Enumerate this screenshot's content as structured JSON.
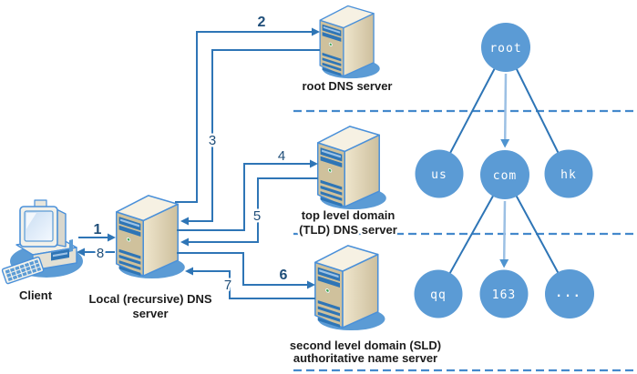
{
  "diagram": {
    "client": {
      "label": "Client"
    },
    "servers": {
      "local": {
        "label_line1": "Local (recursive) DNS",
        "label_line2": "server"
      },
      "root": {
        "label": "root DNS server"
      },
      "tld": {
        "label_line1": "top level domain",
        "label_line2": "(TLD) DNS server"
      },
      "sld": {
        "label_line1": "second level domain (SLD)",
        "label_line2": "authoritative name server"
      }
    },
    "steps": {
      "s1": "1",
      "s2": "2",
      "s3": "3",
      "s4": "4",
      "s5": "5",
      "s6": "6",
      "s7": "7",
      "s8": "8"
    },
    "tree": {
      "root_node": "root",
      "level2": {
        "us": "us",
        "com": "com",
        "hk": "hk"
      },
      "level3": {
        "qq": "qq",
        "n163": "163",
        "more": "..."
      }
    },
    "colors": {
      "flow_arrow": "#2e75b6",
      "node_fill": "#5b9bd5",
      "light_arrow": "#9cc0e4",
      "light_arrowhead": "#4f94d0",
      "dashed_divider": "#4489cc",
      "step_label": "#1f4e79",
      "tower_front": "#cfc19c",
      "tower_side_light": "#eee4cb",
      "tower_top": "#f6f1e3",
      "device_outline": "#4a90d9",
      "shadow": "#5b9bd5",
      "label_text": "#1c1c1c"
    }
  }
}
